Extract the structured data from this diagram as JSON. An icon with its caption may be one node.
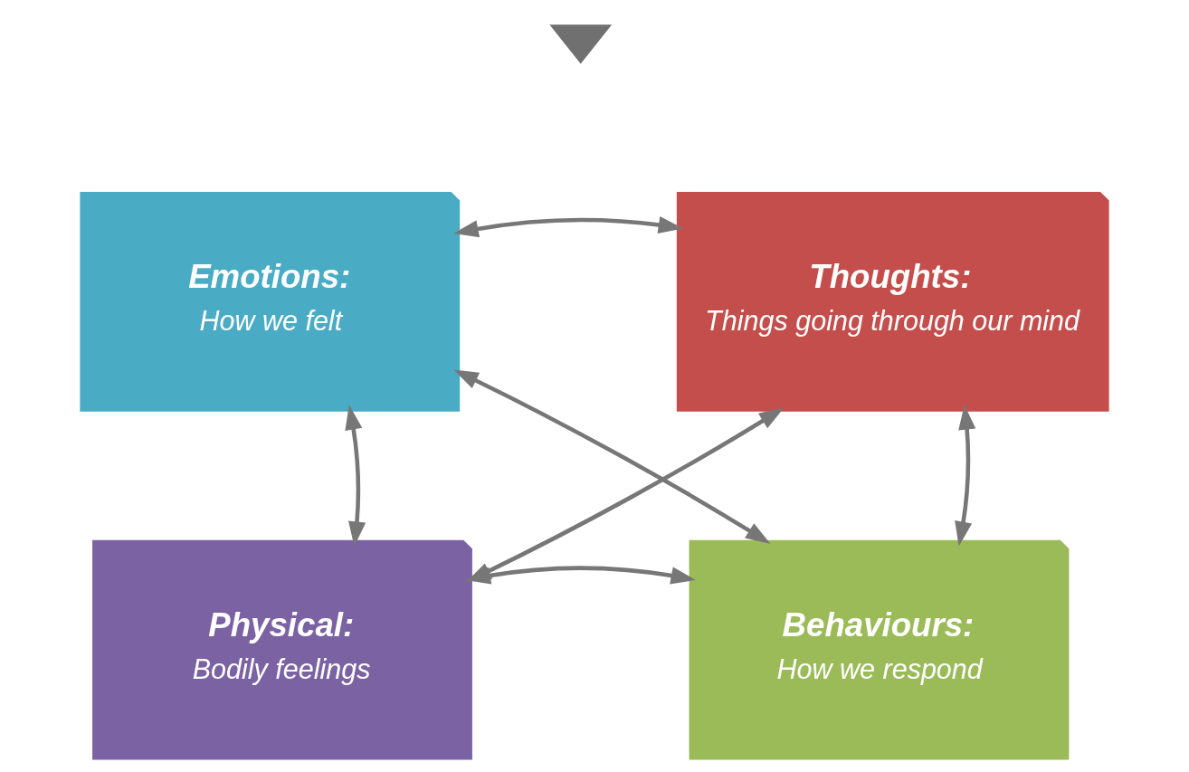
{
  "diagram": {
    "nodes": [
      {
        "text": [],
        "shape": "triangle"
      },
      {
        "text": [
          "Emotions:",
          "How we felt"
        ]
      },
      {
        "text": [
          "Thoughts:",
          "Things going through our mind"
        ]
      },
      {
        "text": [
          "Physical:",
          "Bodily feelings"
        ]
      },
      {
        "text": [
          "Behaviours:",
          "How we respond"
        ]
      }
    ],
    "edges": [
      {
        "from": 1,
        "to": 2,
        "arrow": "both"
      },
      {
        "from": 1,
        "to": 3,
        "arrow": "both"
      },
      {
        "from": 2,
        "to": 4,
        "arrow": "both"
      },
      {
        "from": 3,
        "to": 4,
        "arrow": "both"
      },
      {
        "from": 1,
        "to": 4,
        "arrow": "both"
      },
      {
        "from": 2,
        "to": 3,
        "arrow": "both"
      }
    ]
  }
}
